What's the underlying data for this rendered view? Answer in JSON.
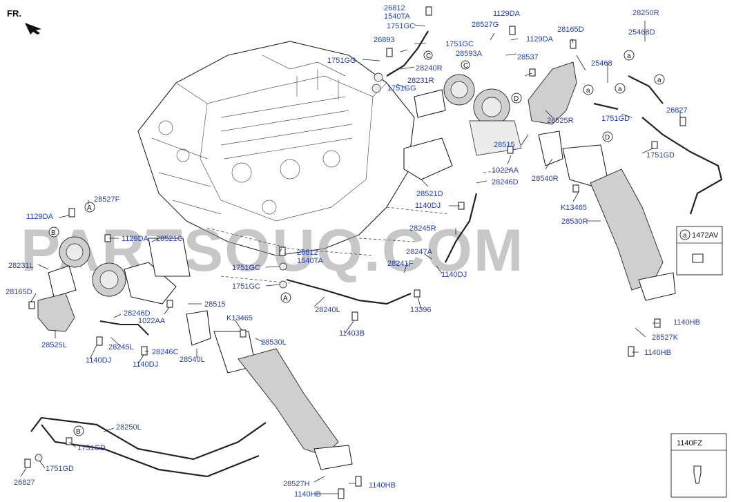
{
  "orientation": {
    "label": "FR."
  },
  "watermark": "PARTSOUQ.COM",
  "labels": {
    "l28812_top": "26812",
    "l1540ta_top": "1540TA",
    "l1751gc_a": "1751GC",
    "l1751gc_b": "1751GC",
    "l26893": "26893",
    "l1751gg_a": "1751GG",
    "l1751gg_b": "1751GG",
    "l28240r": "28240R",
    "l28231r": "28231R",
    "l28527g": "28527G",
    "l1129da_a": "1129DA",
    "l1129da_b": "1129DA",
    "l28593a": "28593A",
    "l28165d_a": "28165D",
    "l28537": "28537",
    "l28250r": "28250R",
    "l25468d": "25468D",
    "l25468": "25468",
    "l28525r": "28525R",
    "l1751gd_a": "1751GD",
    "l1751gd_b": "1751GD",
    "l26827_a": "26827",
    "l28515_a": "28515",
    "l28540r": "28540R",
    "l1022aa_a": "1022AA",
    "l28246d_a": "28246D",
    "l28521d": "28521D",
    "l1140dj_a": "1140DJ",
    "l28245r": "28245R",
    "l28247a": "28247A",
    "l28241f": "28241F",
    "l1140dj_b": "1140DJ",
    "lk13465_a": "K13465",
    "l28530r": "28530R",
    "l1472av": "1472AV",
    "l1140hb_a": "1140HB",
    "l28527k": "28527K",
    "l1140hb_b": "1140HB",
    "l28527f": "28527F",
    "l1129da_c": "1129DA",
    "l1129da_d": "1129DA",
    "l28521c": "28521C",
    "l28231l": "28231L",
    "l28165d_b": "28165D",
    "l28812_mid": "26812",
    "l1540ta_mid": "1540TA",
    "l1751gc_c": "1751GC",
    "l1751gc_d": "1751GC",
    "l28240l": "28240L",
    "l13396": "13396",
    "l11403b": "11403B",
    "l28515_b": "28515",
    "l28246d_b": "28246D",
    "l1022aa_b": "1022AA",
    "lk13465_b": "K13465",
    "l28530l": "28530L",
    "l28525l": "28525L",
    "l28245l": "28245L",
    "l28246c": "28246C",
    "l28540l": "28540L",
    "l1140dj_c": "1140DJ",
    "l1140dj_d": "1140DJ",
    "l28250l": "28250L",
    "l1751gd_c": "1751GD",
    "l1751gd_d": "1751GD",
    "l26827_b": "26827",
    "l28527h": "28527H",
    "l1140hb_c": "1140HB",
    "l1140hb_d": "1140HB",
    "l1140fz": "1140FZ"
  },
  "callouts": {
    "a": "a",
    "b": "B",
    "c": "C",
    "d": "D",
    "aa": "A"
  }
}
